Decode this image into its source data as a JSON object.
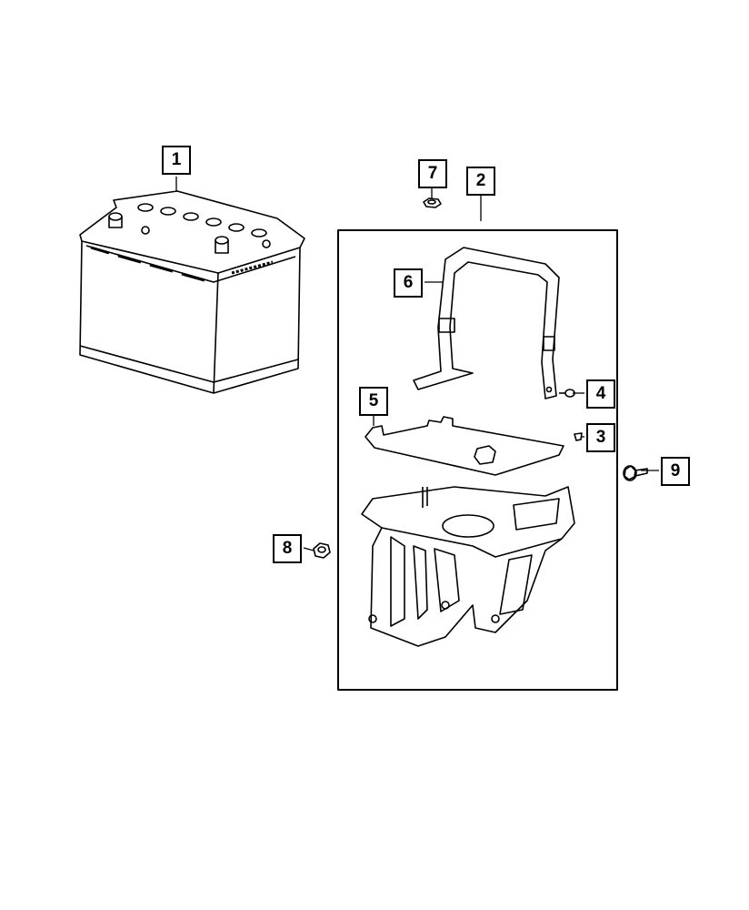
{
  "callouts": [
    {
      "id": "1",
      "part": "battery"
    },
    {
      "id": "2",
      "part": "battery-tray-assembly"
    },
    {
      "id": "3",
      "part": "fastener"
    },
    {
      "id": "4",
      "part": "fastener"
    },
    {
      "id": "5",
      "part": "tray-pad"
    },
    {
      "id": "6",
      "part": "hold-down-strap"
    },
    {
      "id": "7",
      "part": "nut"
    },
    {
      "id": "8",
      "part": "nut"
    },
    {
      "id": "9",
      "part": "bolt"
    }
  ],
  "colors": {
    "line": "#000000",
    "background": "#ffffff"
  }
}
